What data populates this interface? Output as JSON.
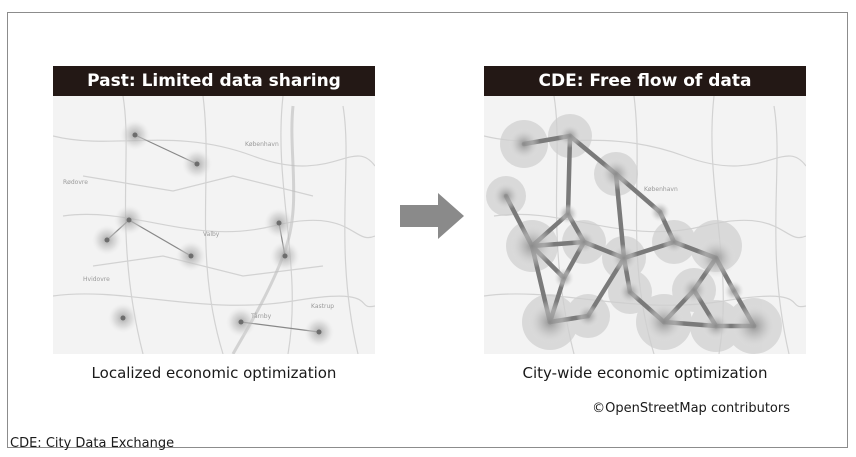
{
  "panels": {
    "left": {
      "title": "Past: Limited data sharing",
      "caption": "Localized economic optimization",
      "map_labels": [
        "København",
        "Rødovre",
        "Valby",
        "Hvidovre",
        "Kastrup",
        "Tårnby"
      ]
    },
    "right": {
      "title": "CDE: Free flow of data",
      "caption": "City-wide economic optimization",
      "map_labels": [
        "København"
      ]
    }
  },
  "credit": "©OpenStreetMap contributors",
  "footnote": "CDE: City Data Exchange",
  "colors": {
    "title_bar": "#231815",
    "map_background": "#f3f3f3",
    "map_roads": "#d2d2d2",
    "node": "#777777",
    "edge": "#7a7a7a",
    "arrow": "#8a8a8a"
  }
}
